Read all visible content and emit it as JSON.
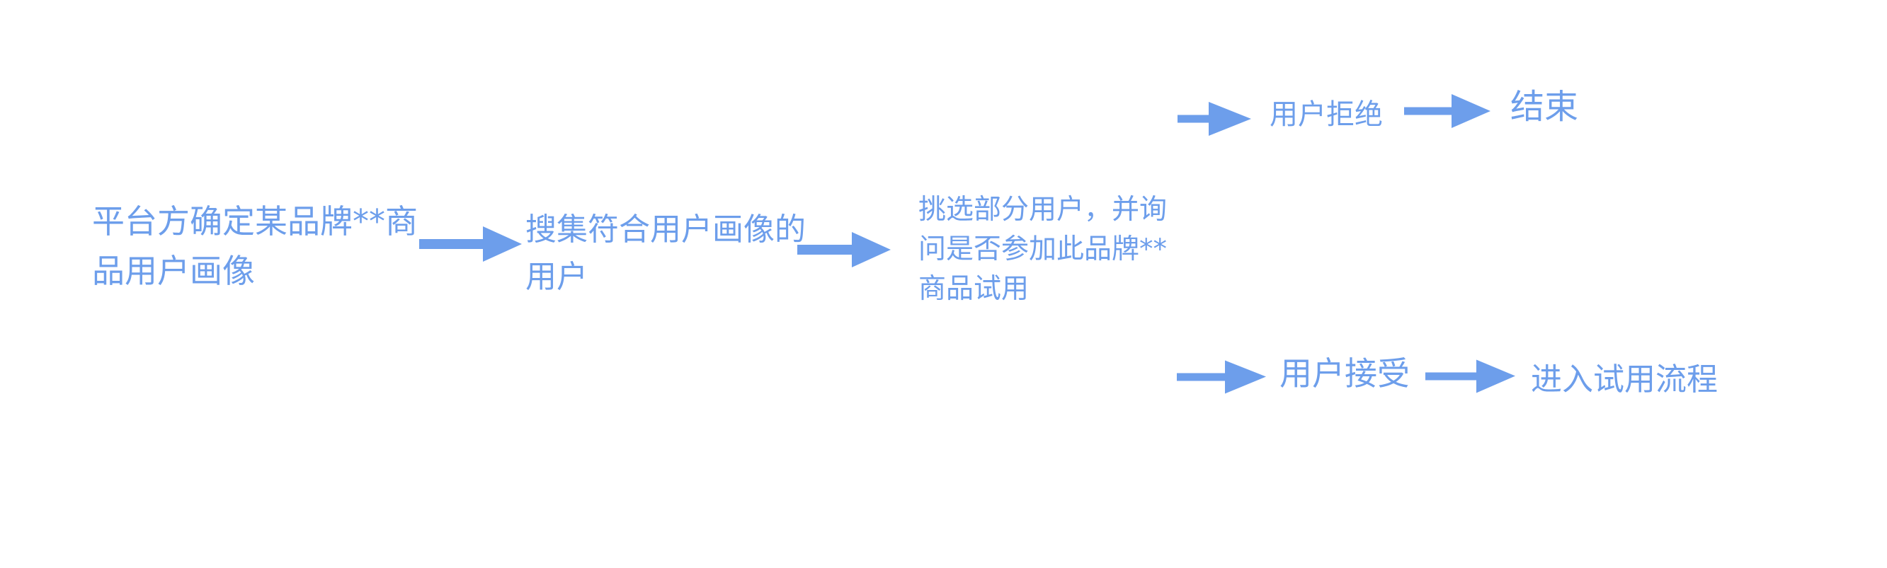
{
  "colors": {
    "accent": "#6D9EEB",
    "background": "#FFFFFF"
  },
  "flowchart": {
    "nodes": {
      "step1": {
        "text": "平台方确定某品牌**商品用户画像",
        "lines": [
          "平台方确定某品牌**商",
          "品用户画像"
        ]
      },
      "step2": {
        "text": "搜集符合用户画像的用户",
        "lines": [
          "搜集符合用户画像的",
          "用户"
        ]
      },
      "step3": {
        "text": "挑选部分用户，并询问是否参加此品牌**商品试用",
        "lines": [
          "挑选部分用户，并询",
          "问是否参加此品牌**",
          "商品试用"
        ]
      },
      "reject": {
        "label": "用户拒绝"
      },
      "end": {
        "label": "结束"
      },
      "accept": {
        "label": "用户接受"
      },
      "trial": {
        "label": "进入试用流程"
      }
    }
  }
}
